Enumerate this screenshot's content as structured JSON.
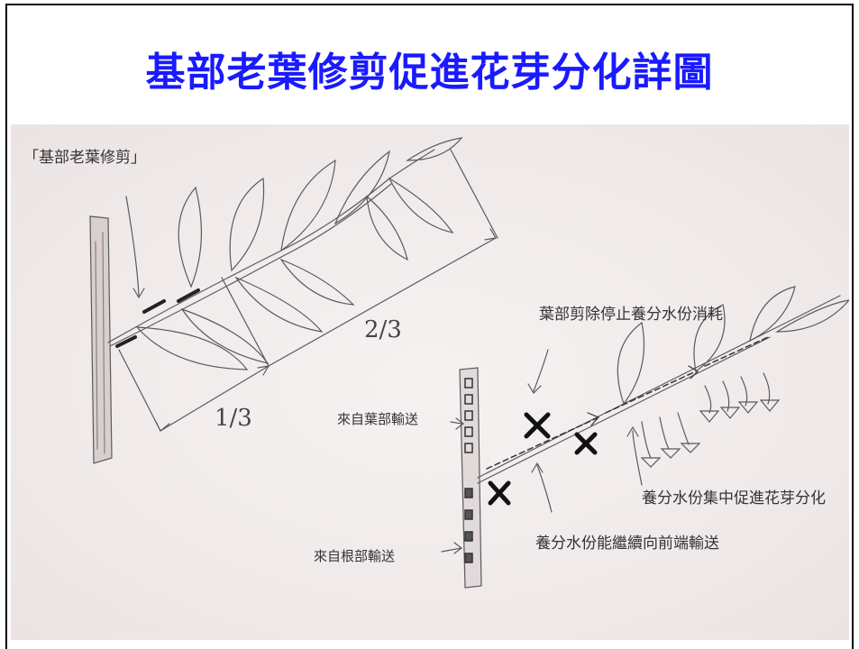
{
  "title": "基部老葉修剪促進花芽分化詳圖",
  "sketch_labels": {
    "basal_pruning": "「基部老葉修剪」",
    "two_thirds": "2/3",
    "one_third": "1/3",
    "leaf_pruning": "葉部剪除停止養分水份消耗",
    "from_leaves": "來自葉部輸送",
    "concentrate": "養分水份集中促進花芽分化",
    "transport_front": "養分水份能繼續向前端輸送",
    "from_roots": "來自根部輸送"
  },
  "colors": {
    "title": "#1a1aff",
    "pencil": "#555555",
    "paper": "#f3efef"
  }
}
